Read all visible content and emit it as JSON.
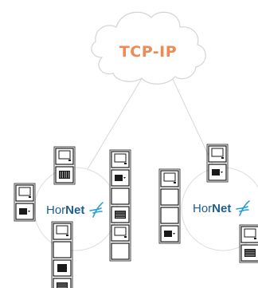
{
  "cloud": {
    "label": "TCP-IP",
    "label_color": "#ef8a55",
    "outline_color": "#d4d4d4"
  },
  "hubs": [
    {
      "brand_light": "Hor",
      "brand_bold": "Net",
      "brand_light_color": "#1e5e8e",
      "brand_bold_color": "#1e5e8e",
      "swoosh_color": "#2a9fd6"
    },
    {
      "brand_light": "Hor",
      "brand_bold": "Net",
      "brand_light_color": "#1e5e8e",
      "brand_bold_color": "#1e5e8e",
      "swoosh_color": "#2a9fd6"
    }
  ],
  "device_icon_names": [
    "video-intercom-module-icon",
    "keypad-module-icon",
    "blank-module-icon",
    "speaker-grille-module-icon",
    "display-module-icon"
  ],
  "colors": {
    "line": "#d6d6d6",
    "device_outline": "#1a1a1a",
    "device_fill": "#ffffff"
  }
}
